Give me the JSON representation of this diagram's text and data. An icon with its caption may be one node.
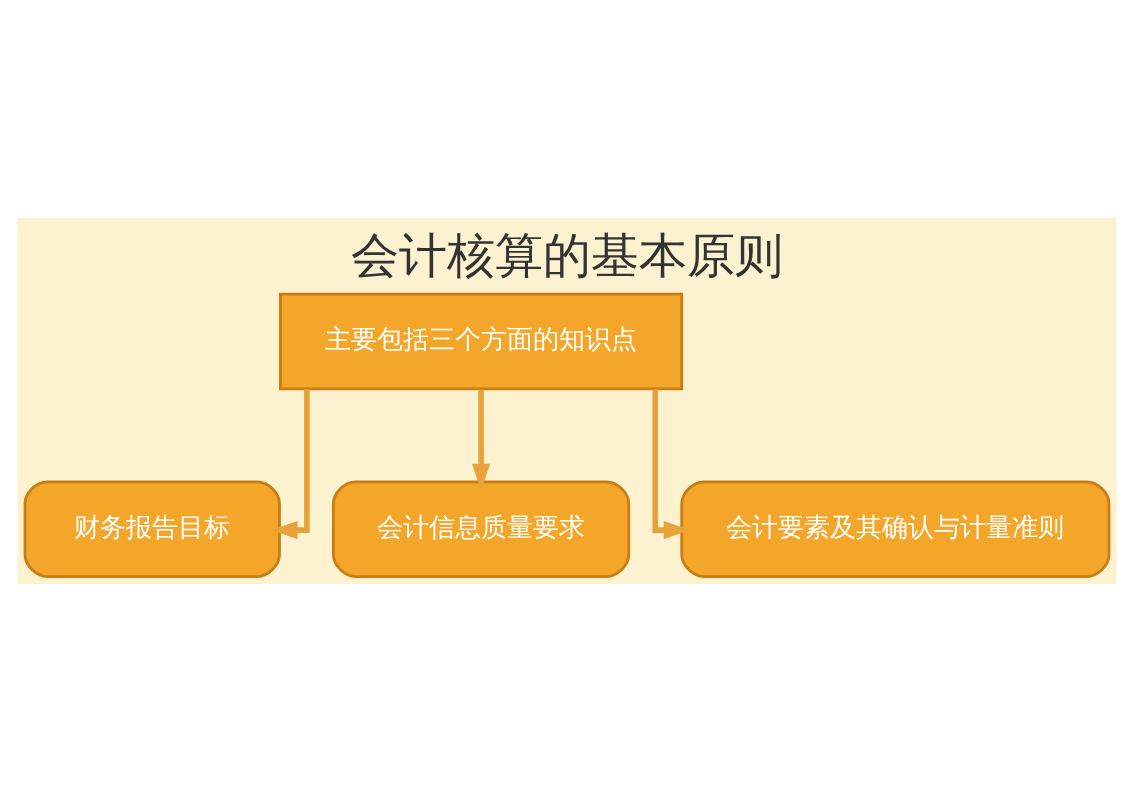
{
  "diagram": {
    "title": "会计核算的基本原则",
    "nodes": [
      {
        "text": [
          "主要包括三个方面的知识点"
        ]
      },
      {
        "text": [
          "财务报告目标"
        ]
      },
      {
        "text": [
          "会计信息质量要求"
        ]
      },
      {
        "text": [
          "会计要素及其确认与计量准则"
        ]
      }
    ],
    "edges": [
      {
        "from": 0,
        "to": 1,
        "arrow": "to"
      },
      {
        "from": 0,
        "to": 2,
        "arrow": "to"
      },
      {
        "from": 0,
        "to": 3,
        "arrow": "to"
      }
    ]
  }
}
